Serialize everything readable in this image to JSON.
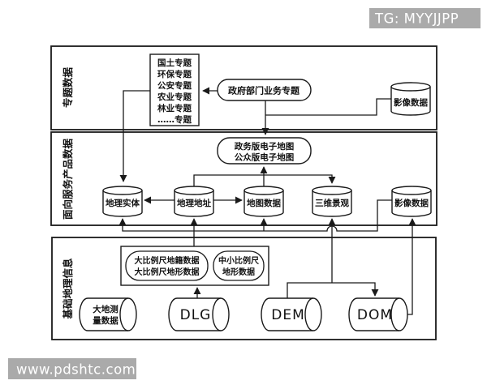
{
  "overlays": {
    "badge": "TG: MYYJJPP",
    "watermark": "www.pdshtc.com"
  },
  "colors": {
    "line": "#1a1a1a",
    "overlay_bg": "#aaaaaa",
    "overlay_text": "#ffffff",
    "shape_fill": "#ffffff"
  },
  "layer1": {
    "label": "专题数据",
    "themes": [
      "国土专题",
      "环保专题",
      "公安专题",
      "农业专题",
      "林业专题",
      "……专题"
    ],
    "gov_business": "政府部门业务专题",
    "imagery": "影像数据"
  },
  "layer2": {
    "label": "面向服务产品数据",
    "emap_lines": [
      "政务版电子地图",
      "公众版电子地图"
    ],
    "geo_entity": "地理实体",
    "geo_address": "地理地址",
    "map_data": "地图数据",
    "scene_3d": "三维景观",
    "imagery": "影像数据"
  },
  "layer3": {
    "label": "基础地理信息",
    "large_scale_lines": [
      "大比例尺地籍数据",
      "大比例尺地形数据"
    ],
    "mid_scale_lines": [
      "中小比例尺",
      "地形数据"
    ],
    "geodetic_lines": [
      "大地测",
      "量数据"
    ],
    "dlg": "DLG",
    "dem": "DEM",
    "dom": "DOM"
  }
}
